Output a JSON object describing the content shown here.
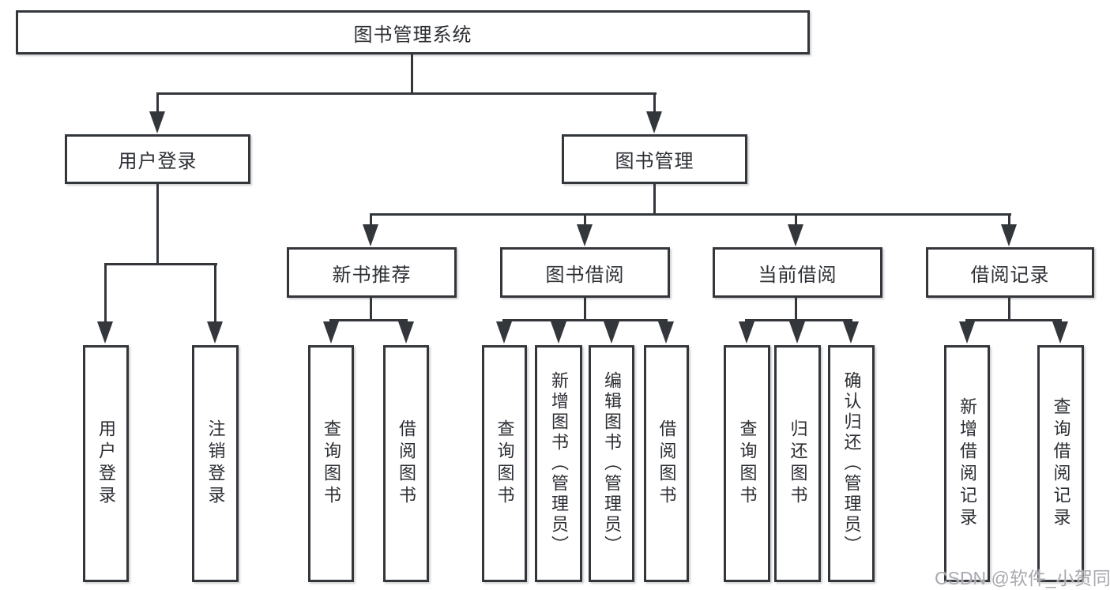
{
  "diagram": {
    "title": "图书管理系统",
    "watermark": "CSDN @软件_小贺同学",
    "colors": {
      "line": "#33363b",
      "box_border": "#33363b",
      "text": "#2b2e33",
      "watermark": "#a9a9b0",
      "background": "#ffffff"
    },
    "nodes": {
      "root": {
        "label": "图书管理系统"
      },
      "level2": [
        {
          "label": "用户登录"
        },
        {
          "label": "图书管理"
        }
      ],
      "level3": [
        {
          "label": "新书推荐"
        },
        {
          "label": "图书借阅"
        },
        {
          "label": "当前借阅"
        },
        {
          "label": "借阅记录"
        }
      ],
      "leaves": {
        "user_login": [
          "用户登录",
          "注销登录"
        ],
        "new_books": [
          "查询图书",
          "借阅图书"
        ],
        "book_borrow": [
          "查询图书",
          "新增图书（管理员）",
          "编辑图书（管理员）",
          "借阅图书"
        ],
        "current_borrow": [
          "查询图书",
          "归还图书",
          "确认归还（管理员）"
        ],
        "borrow_records": [
          "新增借阅记录",
          "查询借阅记录"
        ]
      }
    }
  }
}
